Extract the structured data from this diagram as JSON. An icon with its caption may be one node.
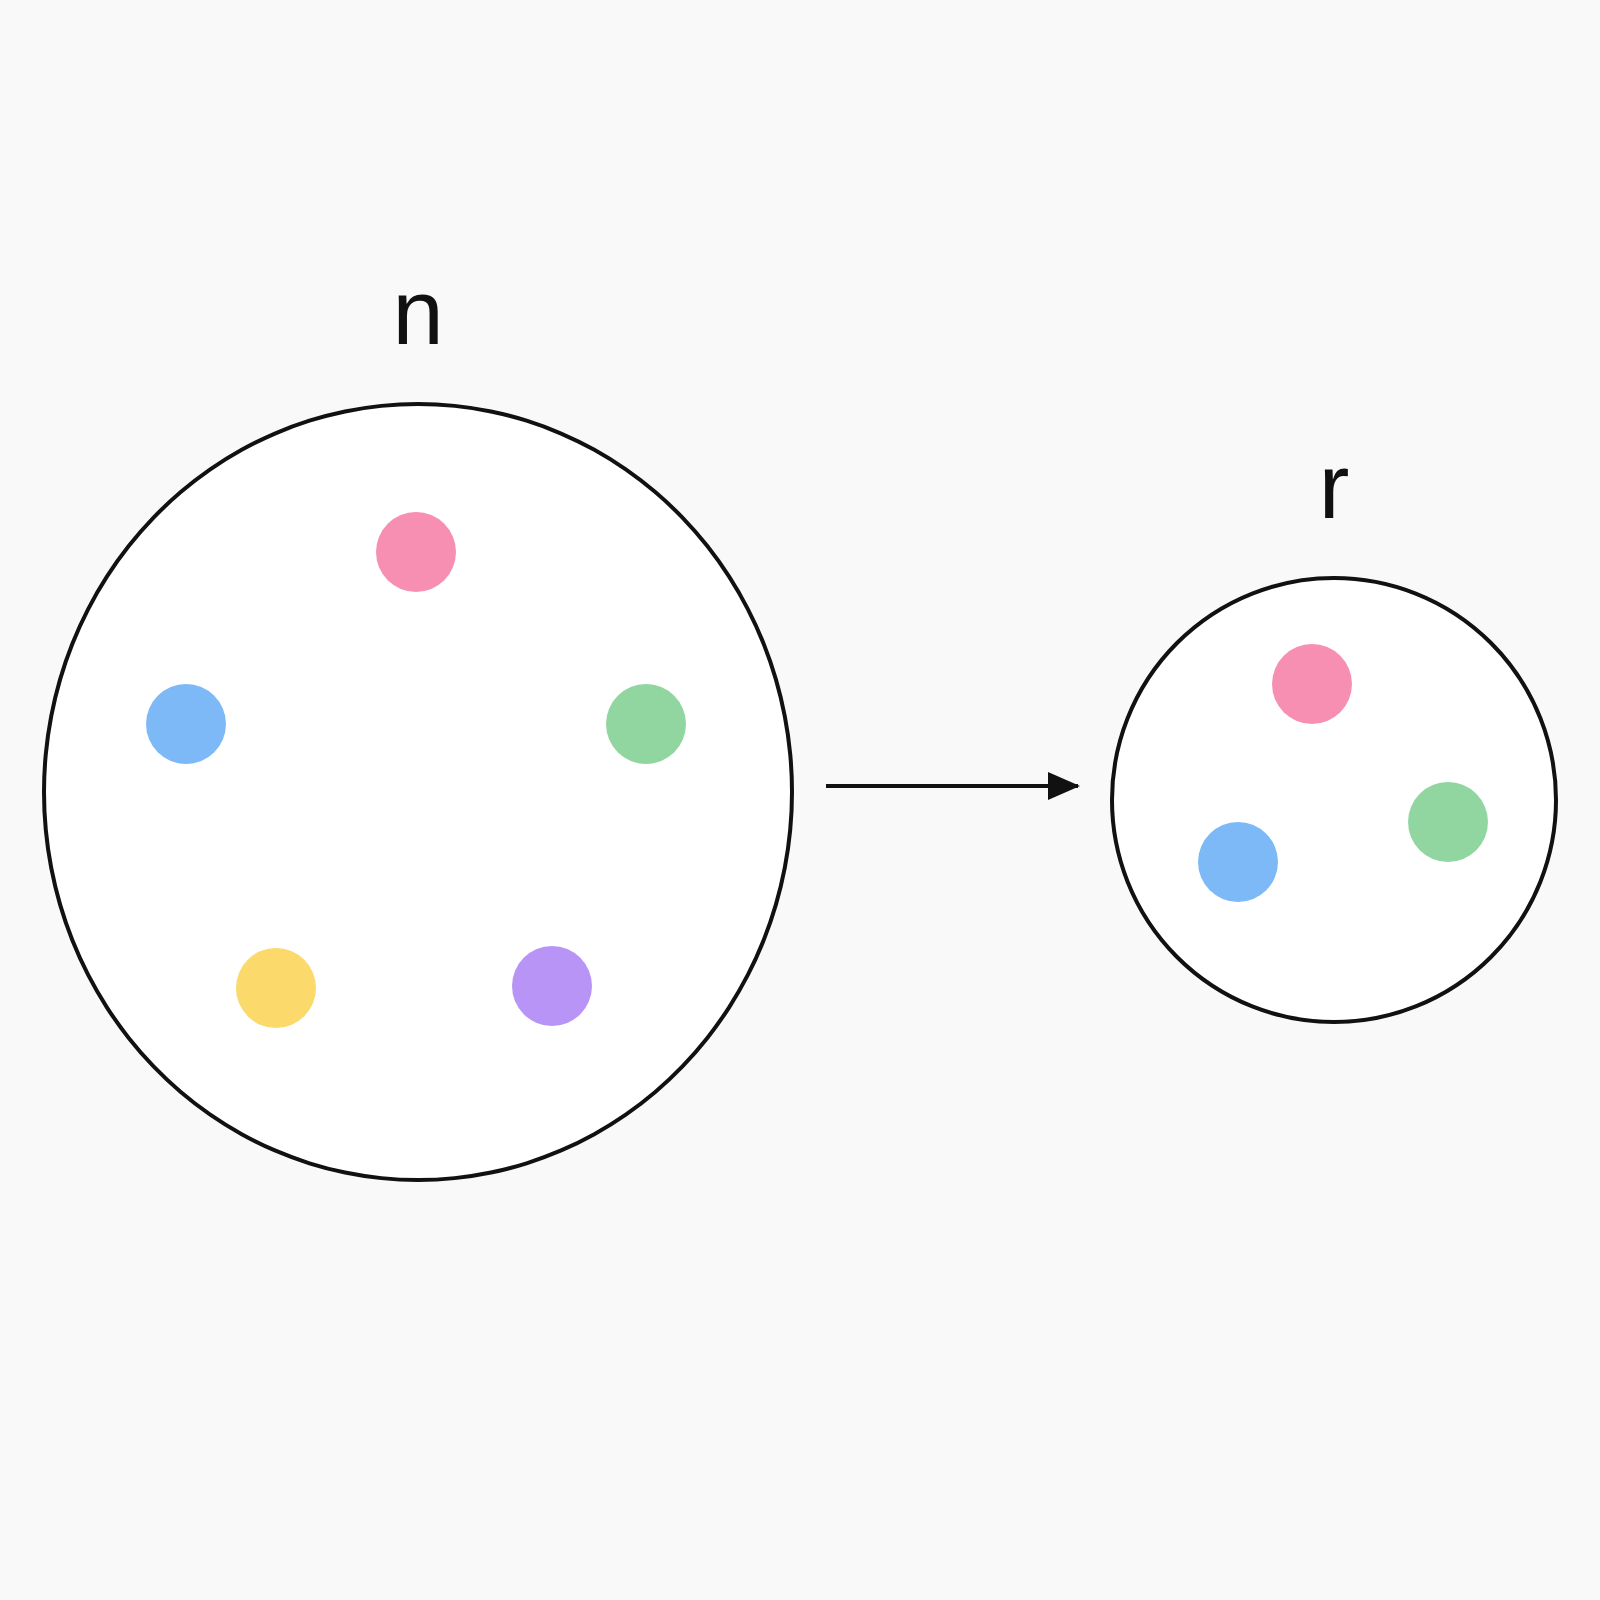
{
  "diagram": {
    "nodes": [
      {
        "text": [
          "n"
        ]
      },
      {
        "text": [],
        "shape": "circle",
        "in": 0
      },
      {
        "text": [],
        "shape": "circle",
        "in": 0
      },
      {
        "text": [],
        "shape": "circle",
        "in": 0
      },
      {
        "text": [],
        "shape": "circle",
        "in": 0
      },
      {
        "text": [],
        "shape": "circle",
        "in": 0
      },
      {
        "text": [
          "r"
        ]
      },
      {
        "text": [],
        "shape": "circle",
        "in": 6
      },
      {
        "text": [],
        "shape": "circle",
        "in": 6
      },
      {
        "text": [],
        "shape": "circle",
        "in": 6
      }
    ],
    "edges": [
      {
        "from": 0,
        "to": 6,
        "arrow": "to"
      }
    ]
  }
}
